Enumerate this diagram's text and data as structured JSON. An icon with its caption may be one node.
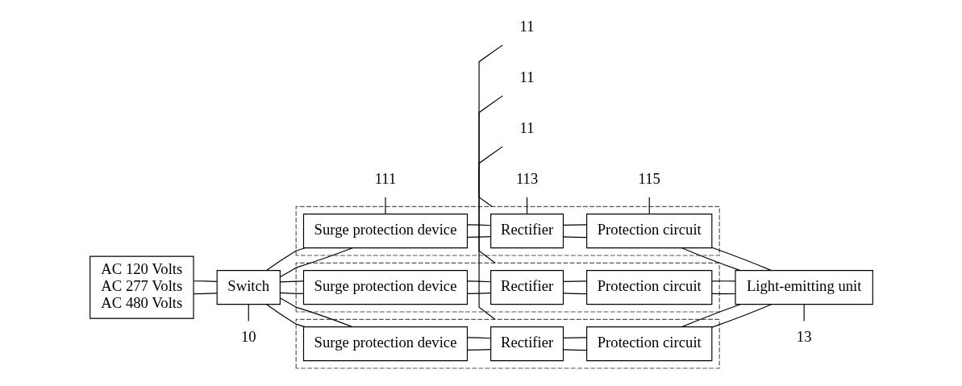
{
  "diagram": {
    "nodes": [
      {
        "text": [
          "AC 120 Volts",
          "AC 277 Volts",
          "AC 480 Volts"
        ]
      },
      {
        "text": [
          "10"
        ]
      },
      {
        "text": [
          "Switch"
        ]
      },
      {
        "text": [],
        "shape": "box"
      },
      {
        "text": [
          "Surge protection device"
        ],
        "in": 3
      },
      {
        "text": [
          "Rectifier"
        ],
        "in": 3
      },
      {
        "text": [
          "Protection circuit"
        ],
        "in": 3
      },
      {
        "text": [
          "111"
        ]
      },
      {
        "text": [
          "113"
        ]
      },
      {
        "text": [
          "115"
        ]
      },
      {
        "text": [
          "11"
        ]
      },
      {
        "text": [],
        "shape": "box"
      },
      {
        "text": [
          "Surge protection device"
        ],
        "in": 11
      },
      {
        "text": [
          "Rectifier"
        ],
        "in": 11
      },
      {
        "text": [
          "Protection circuit"
        ],
        "in": 11
      },
      {
        "text": [
          "11"
        ]
      },
      {
        "text": [],
        "shape": "box"
      },
      {
        "text": [
          "Surge protection device"
        ],
        "in": 16
      },
      {
        "text": [
          "Rectifier"
        ],
        "in": 16
      },
      {
        "text": [
          "Protection circuit"
        ],
        "in": 16
      },
      {
        "text": [
          "11"
        ]
      },
      {
        "text": [
          "13"
        ]
      },
      {
        "text": [
          "Light-emitting unit"
        ]
      }
    ],
    "edges": [
      {
        "from": 0,
        "to": 2,
        "arrow": "none"
      },
      {
        "from": 0,
        "to": 2,
        "arrow": "none"
      },
      {
        "from": 2,
        "to": 4,
        "arrow": "none"
      },
      {
        "from": 2,
        "to": 4,
        "arrow": "none"
      },
      {
        "from": 2,
        "to": 12,
        "arrow": "none"
      },
      {
        "from": 2,
        "to": 12,
        "arrow": "none"
      },
      {
        "from": 2,
        "to": 17,
        "arrow": "none"
      },
      {
        "from": 2,
        "to": 17,
        "arrow": "none"
      },
      {
        "from": 4,
        "to": 5,
        "arrow": "none"
      },
      {
        "from": 4,
        "to": 5,
        "arrow": "none"
      },
      {
        "from": 5,
        "to": 6,
        "arrow": "none"
      },
      {
        "from": 5,
        "to": 6,
        "arrow": "none"
      },
      {
        "from": 6,
        "to": 22,
        "arrow": "none"
      },
      {
        "from": 6,
        "to": 22,
        "arrow": "none"
      },
      {
        "from": 12,
        "to": 13,
        "arrow": "none"
      },
      {
        "from": 12,
        "to": 13,
        "arrow": "none"
      },
      {
        "from": 13,
        "to": 14,
        "arrow": "none"
      },
      {
        "from": 13,
        "to": 14,
        "arrow": "none"
      },
      {
        "from": 14,
        "to": 22,
        "arrow": "none"
      },
      {
        "from": 14,
        "to": 22,
        "arrow": "none"
      },
      {
        "from": 17,
        "to": 18,
        "arrow": "none"
      },
      {
        "from": 17,
        "to": 18,
        "arrow": "none"
      },
      {
        "from": 18,
        "to": 19,
        "arrow": "none"
      },
      {
        "from": 18,
        "to": 19,
        "arrow": "none"
      },
      {
        "from": 19,
        "to": 22,
        "arrow": "none"
      },
      {
        "from": 19,
        "to": 22,
        "arrow": "none"
      },
      {
        "from": 1,
        "to": 2,
        "arrow": "none"
      },
      {
        "from": 7,
        "to": 4,
        "arrow": "none"
      },
      {
        "from": 8,
        "to": 5,
        "arrow": "none"
      },
      {
        "from": 9,
        "to": 6,
        "arrow": "none"
      },
      {
        "from": 10,
        "to": 3,
        "arrow": "none"
      },
      {
        "from": 15,
        "to": 11,
        "arrow": "none"
      },
      {
        "from": 20,
        "to": 16,
        "arrow": "none"
      },
      {
        "from": 21,
        "to": 22,
        "arrow": "none"
      }
    ]
  }
}
